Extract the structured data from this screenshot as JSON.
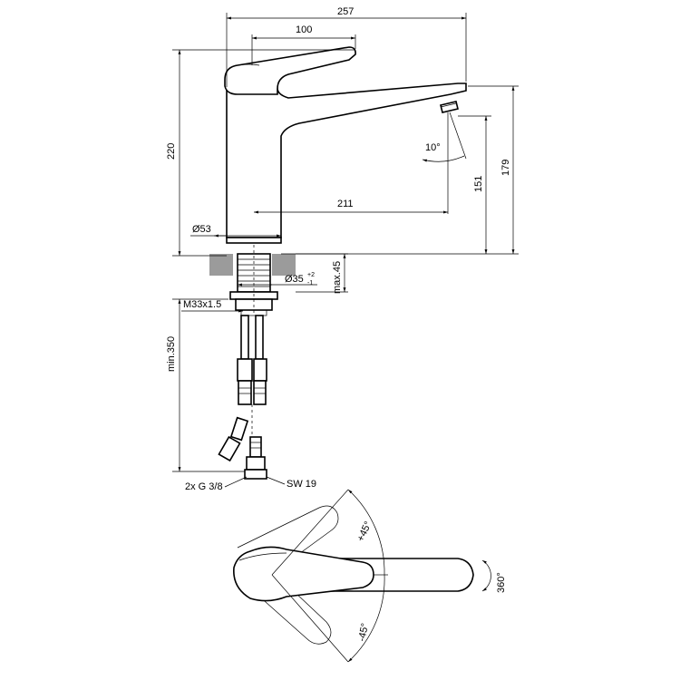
{
  "dimensions": {
    "overall_width": "257",
    "lever_width": "100",
    "height_total": "220",
    "spout_height": "179",
    "aerator_height": "151",
    "spout_reach": "211",
    "body_diameter": "Ø53",
    "hole_diameter": "Ø35",
    "hole_tol_plus": "+2",
    "hole_tol_minus": "-1",
    "max_thickness": "max.45",
    "thread": "M33x1.5",
    "hose_length": "min.350",
    "connection": "2x  G 3/8",
    "wrench": "SW 19"
  },
  "angles": {
    "aerator_tilt": "10°",
    "lever_up": "+45°",
    "lever_down": "-45°",
    "swivel": "360°"
  }
}
